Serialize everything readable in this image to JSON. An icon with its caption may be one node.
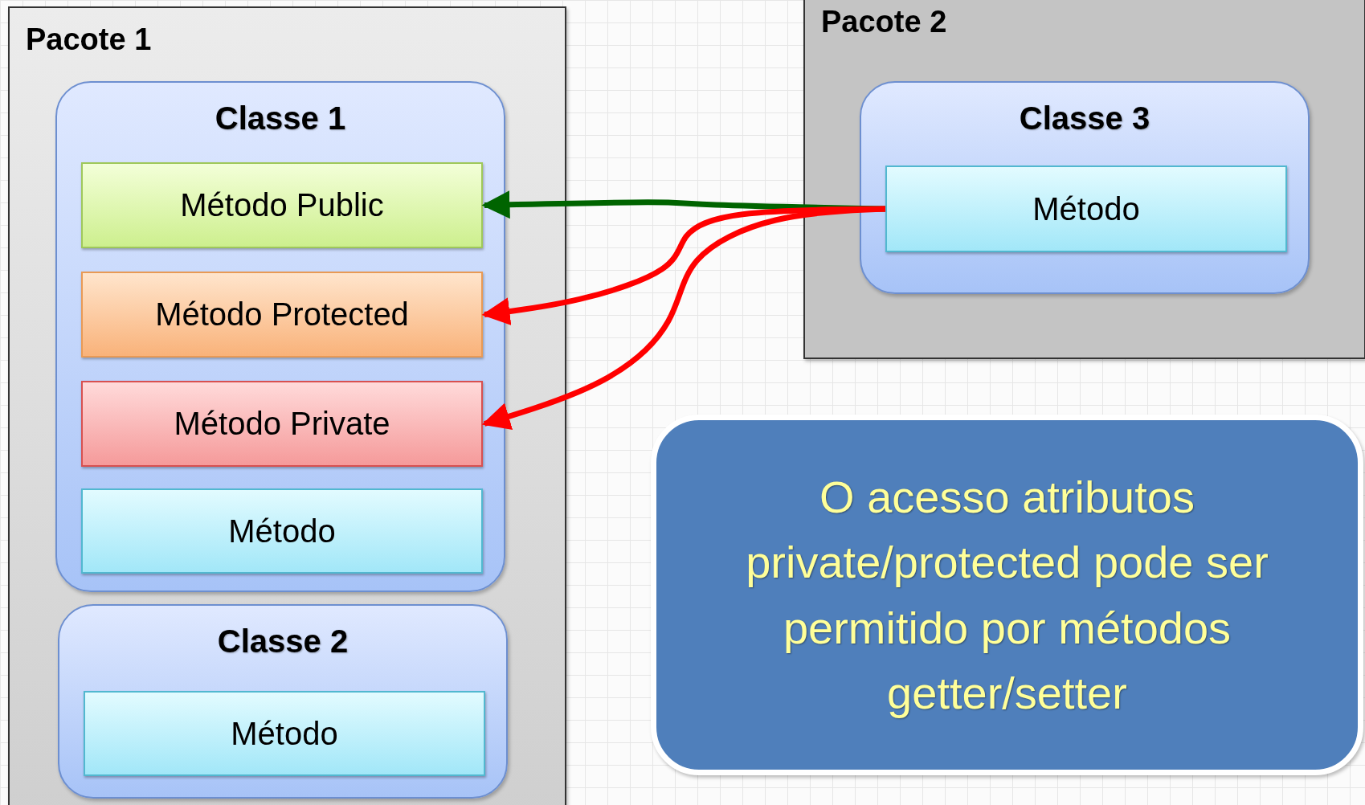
{
  "diagram": {
    "nodes": [
      {
        "text": [
          "Pacote 1"
        ]
      },
      {
        "text": [
          "Classe 1"
        ],
        "in": 0
      },
      {
        "text": [
          "Método Public"
        ],
        "in": 1
      },
      {
        "text": [
          "Método Protected"
        ],
        "in": 1
      },
      {
        "text": [
          "Método Private"
        ],
        "in": 1
      },
      {
        "text": [
          "Método"
        ],
        "in": 1
      },
      {
        "text": [
          "Classe 2"
        ],
        "in": 0
      },
      {
        "text": [
          "Método"
        ],
        "in": 6
      },
      {
        "text": [
          "Pacote 2"
        ]
      },
      {
        "text": [
          "Classe 3"
        ],
        "in": 8
      },
      {
        "text": [
          "Método"
        ],
        "in": 9
      },
      {
        "text": [
          "O acesso atributos private/protected pode ser permitido por métodos getter/setter"
        ]
      }
    ],
    "edges": [
      {
        "from": 10,
        "to": 2,
        "arrow": "to",
        "color": "#006400"
      },
      {
        "from": 10,
        "to": 3,
        "arrow": "to"
      },
      {
        "from": 10,
        "to": 4,
        "arrow": "to"
      }
    ]
  }
}
